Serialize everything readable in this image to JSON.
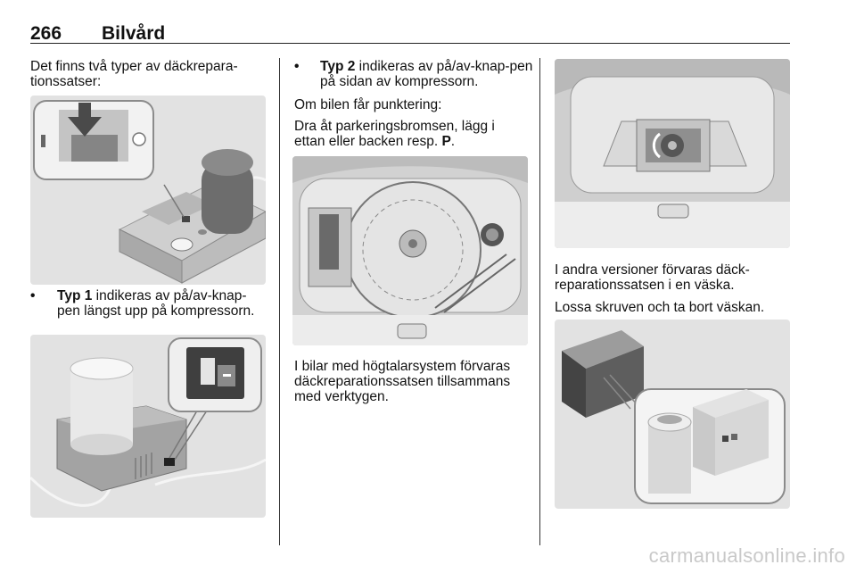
{
  "header": {
    "page_number": "266",
    "section_title": "Bilvård"
  },
  "col1": {
    "intro": "Det finns två typer av däckrepara-tionssatser:",
    "bullet1": {
      "bold": "Typ 1",
      "rest": " indikeras av på/av-knap-pen längst upp på kompressorn."
    }
  },
  "col2": {
    "bullet2": {
      "bold": "Typ 2",
      "rest": " indikeras av på/av-knap-pen på sidan av kompressorn."
    },
    "flat_tire": "Om bilen får punktering:",
    "instr_pre": "Dra åt parkeringsbromsen, lägg i ettan eller backen resp. ",
    "instr_bold": "P",
    "instr_post": ".",
    "speaker": "I bilar med högtalarsystem förvaras däckreparationssatsen tillsammans med verktygen."
  },
  "col3": {
    "bag": "I andra versioner förvaras däck-reparationssatsen i en väska.",
    "loosen": "Lossa skruven och ta bort väskan."
  },
  "colors": {
    "figure_bg": "#e2e2e2",
    "line": "#222222"
  },
  "watermark": "carmanualsonline.info"
}
